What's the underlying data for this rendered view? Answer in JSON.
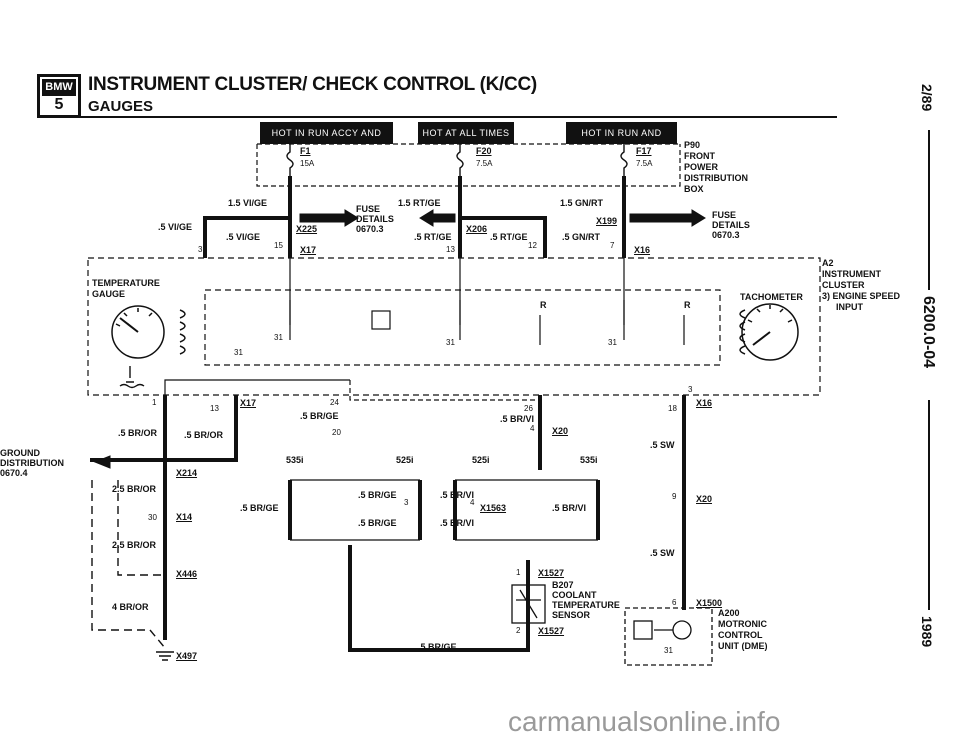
{
  "header": {
    "logo_top": "BMW",
    "logo_num": "5",
    "title": "INSTRUMENT CLUSTER/ CHECK CONTROL  (K/CC)",
    "subtitle": "GAUGES"
  },
  "margin": {
    "date": "2/89",
    "page": "6200.0-04",
    "year": "1989"
  },
  "hot_bars": [
    "HOT IN RUN ACCY AND START",
    "HOT AT ALL TIMES",
    "HOT IN RUN AND START"
  ],
  "fuses": [
    {
      "id": "F1",
      "rating": "15A"
    },
    {
      "id": "F20",
      "rating": "7.5A"
    },
    {
      "id": "F17",
      "rating": "7.5A"
    }
  ],
  "p90_lines": [
    "P90",
    "FRONT",
    "POWER",
    "DISTRIBUTION",
    "BOX"
  ],
  "fuse_details_left": [
    "FUSE",
    "DETAILS",
    "0670.3"
  ],
  "fuse_details_right": [
    "FUSE",
    "DETAILS",
    "0670.3"
  ],
  "wires": {
    "w1": "1.5 VI/GE",
    "w2": ".5 VI/GE",
    "w3": ".5 VI/GE",
    "w4": "1.5 RT/GE",
    "w5": ".5 RT/GE",
    "w6": ".5 RT/GE",
    "w7": "1.5 GN/RT",
    "w8": ".5 GN/RT",
    "w9": ".5 BR/OR",
    "w10": ".5 BR/OR",
    "w11": "2.5 BR/OR",
    "w12": "2.5 BR/OR",
    "w13": "4 BR/OR",
    "w14": ".5 BR/GE",
    "w15": ".5 BR/VI",
    "w16": ".5 SW",
    "w17": ".5 SW",
    "w18": ".5 BR/GE",
    "w19": ".5 BR/GE",
    "w20": ".5 BR/GE",
    "w21": ".5 BR/VI",
    "w22": ".5 BR/VI",
    "w23": ".5 BR/VI",
    "w24": ".5 BR/GE"
  },
  "connectors": {
    "x225": "X225",
    "x206": "X206",
    "x199": "X199",
    "x17a": "X17",
    "x16a": "X16",
    "x17b": "X17",
    "x16b": "X16",
    "x20a": "X20",
    "x20b": "X20",
    "x214": "X214",
    "x14": "X14",
    "x446": "X446",
    "x497": "X497",
    "x1563": "X1563",
    "x1527a": "X1527",
    "x1527b": "X1527",
    "x1500": "X1500"
  },
  "pins": {
    "p3": "3",
    "p15": "15",
    "p13": "13",
    "p12": "12",
    "p7": "7",
    "p1": "1",
    "p13b": "13",
    "p24": "24",
    "p26": "26",
    "p20": "20",
    "p4": "4",
    "p18": "18",
    "p3b": "3",
    "p9": "9",
    "p30": "30",
    "p3c": "3",
    "p4b": "4",
    "p1b": "1",
    "p2": "2",
    "p6": "6",
    "g31a": "31",
    "g31b": "31",
    "g31c": "31",
    "g31d": "31",
    "g31e": "31"
  },
  "models": {
    "m1": "535i",
    "m2": "525i",
    "m3": "525i",
    "m4": "535i"
  },
  "cluster": {
    "temp_gauge": [
      "TEMPERATURE",
      "GAUGE"
    ],
    "tachometer": "TACHOMETER",
    "r1": "R",
    "r2": "R",
    "a2": [
      "A2",
      "INSTRUMENT",
      "CLUSTER",
      "3) ENGINE SPEED",
      "INPUT"
    ]
  },
  "ground_dist": [
    "GROUND",
    "DISTRIBUTION",
    "0670.4"
  ],
  "sensor": [
    "B207",
    "COOLANT",
    "TEMPERATURE",
    "SENSOR"
  ],
  "a200": [
    "A200",
    "MOTRONIC",
    "CONTROL",
    "UNIT (DME)"
  ],
  "watermark": "carmanualsonline.info"
}
